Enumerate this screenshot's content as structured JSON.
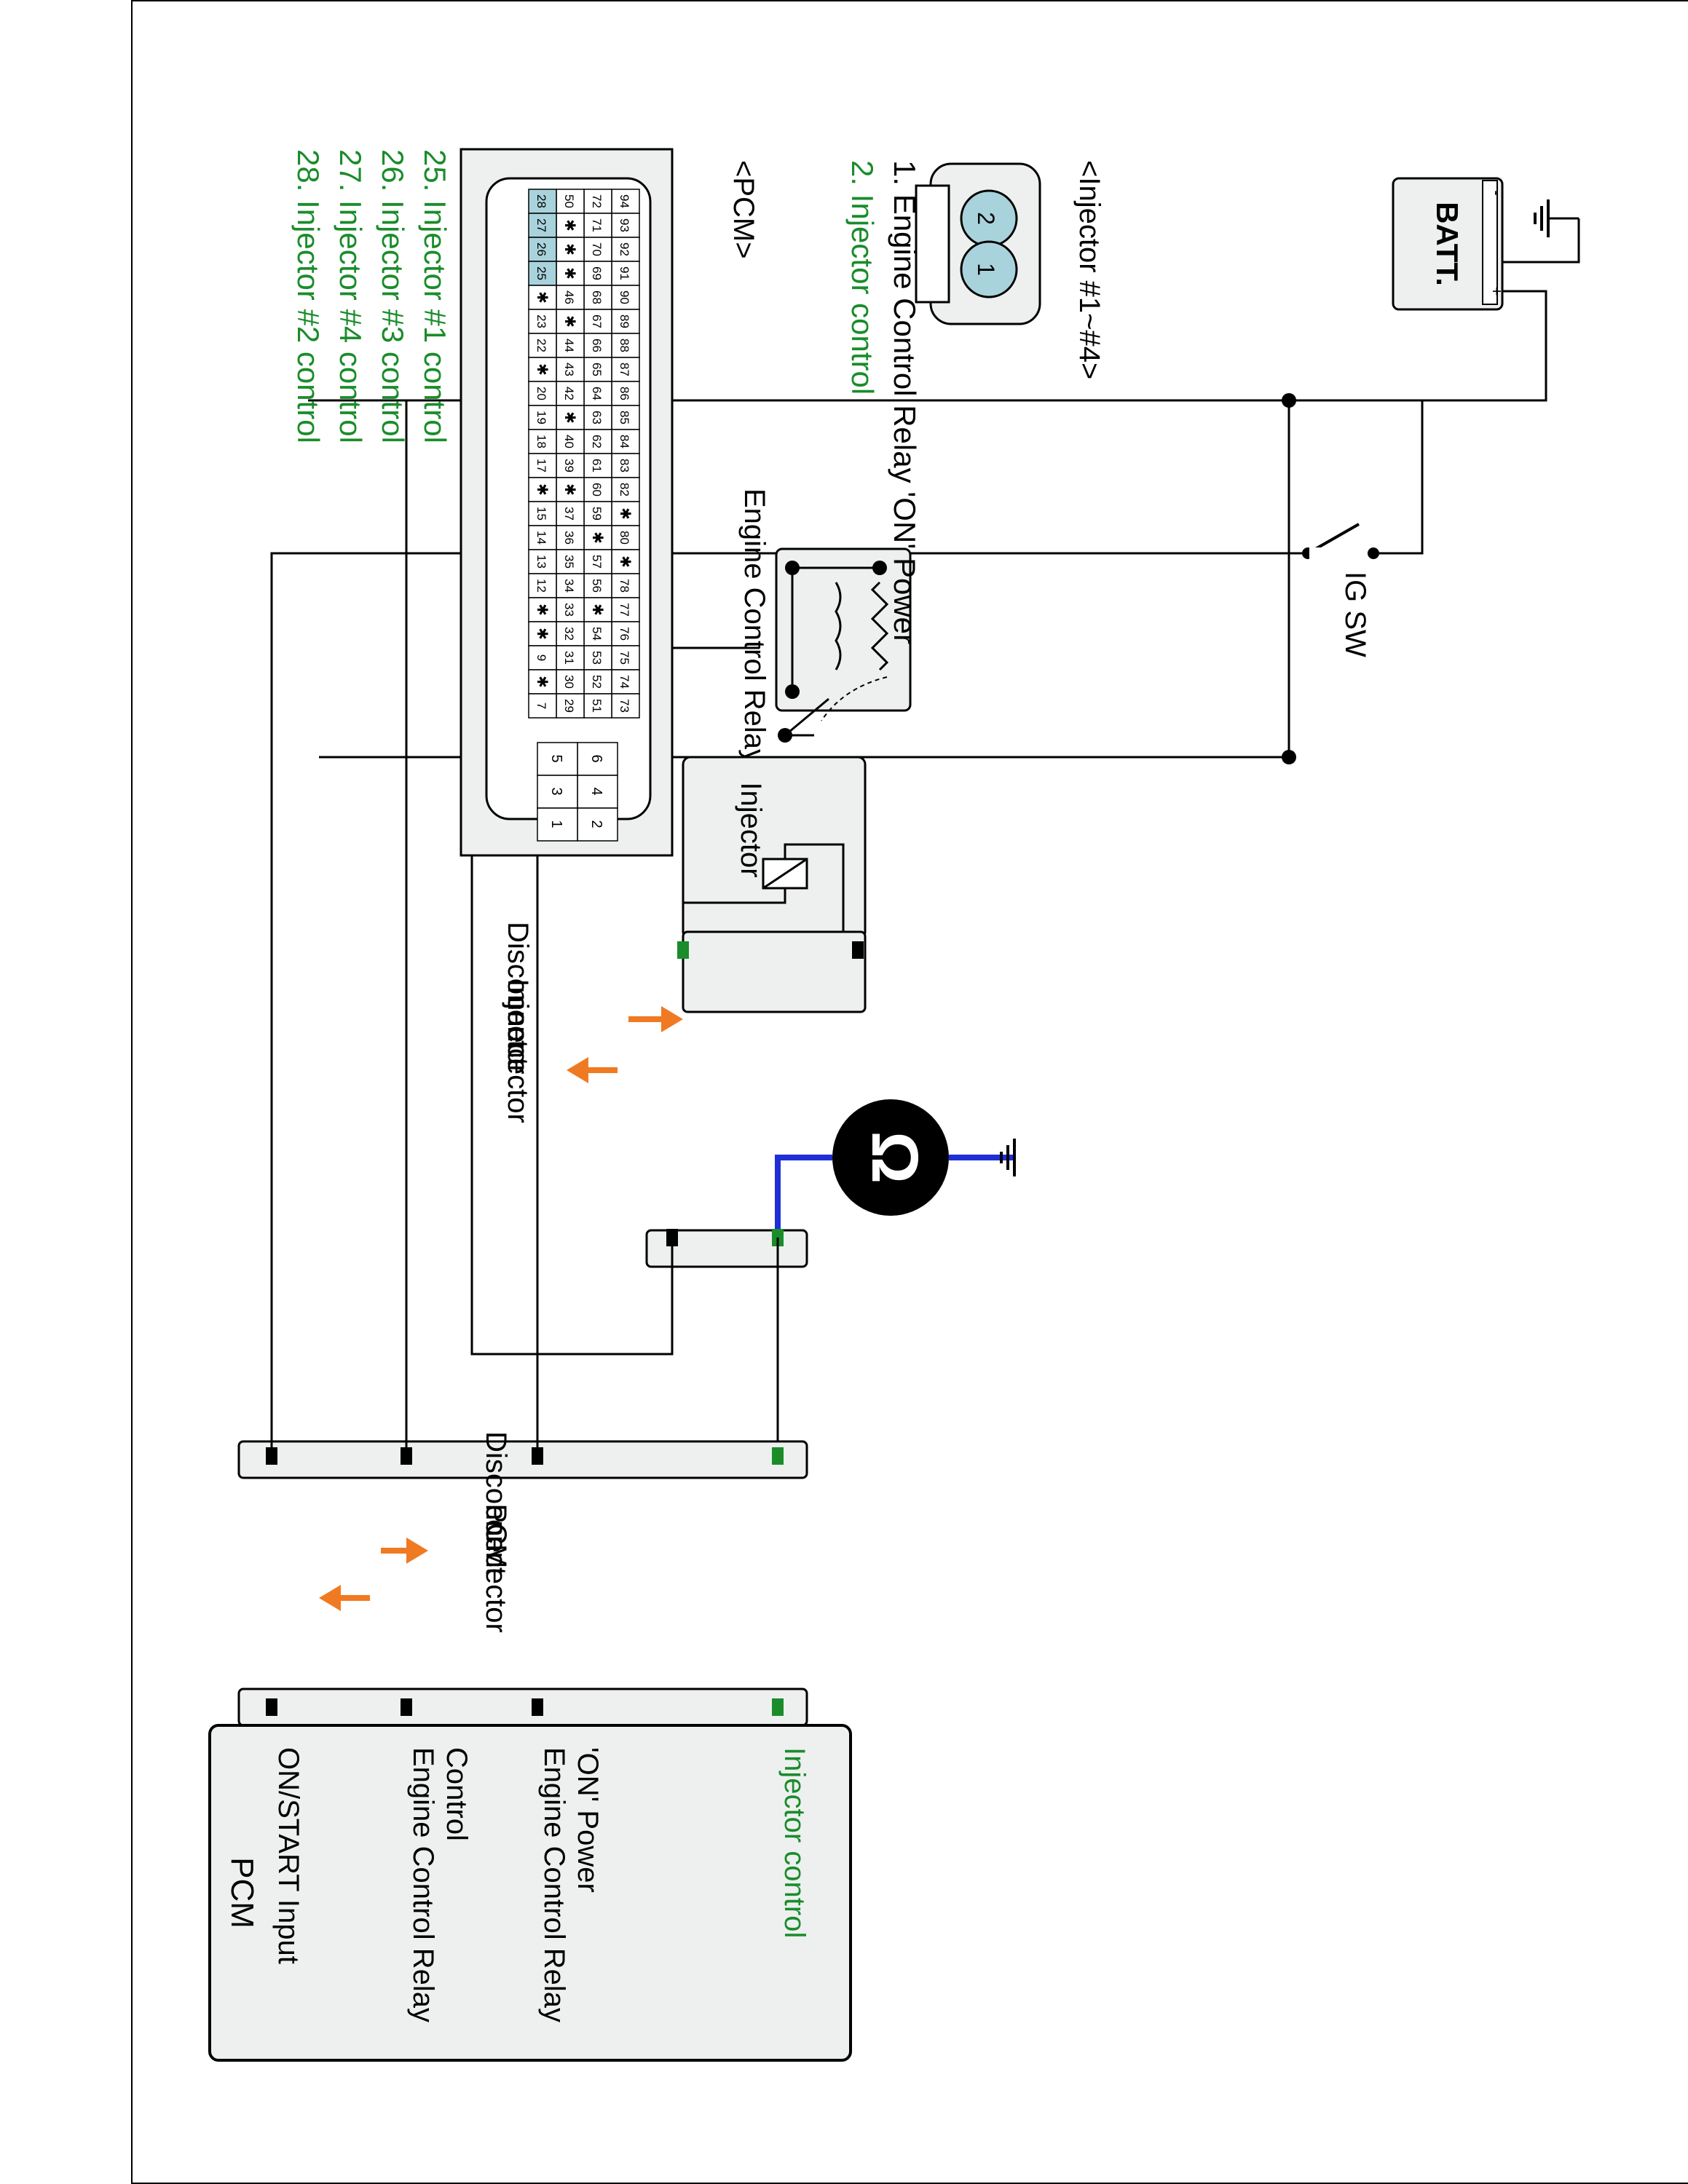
{
  "labels": {
    "batt": "BATT.",
    "batt_minus": "-",
    "batt_plus": "+",
    "ig_sw": "IG SW",
    "relay": "Engine Control Relay",
    "injector": "Injector",
    "disconnect_injector": [
      "Disconnect",
      "Injector",
      "connector"
    ],
    "disconnect_pcm": [
      "Disconnect",
      "PCM",
      "connector"
    ],
    "ohm_symbol": "Ω"
  },
  "pcm_box": {
    "title": "PCM",
    "terminals": [
      {
        "label": [
          "ON/START Input"
        ],
        "color": "#000000"
      },
      {
        "label": [
          "Engine Control Relay",
          "Control"
        ],
        "color": "#000000"
      },
      {
        "label": [
          "Engine Control Relay",
          "'ON' Power"
        ],
        "color": "#000000"
      },
      {
        "label": [
          "Injector control"
        ],
        "color": "#1a8c2a"
      }
    ]
  },
  "injector_legend": {
    "title": "<Injector #1~#4>",
    "pins": [
      "2",
      "1"
    ],
    "items": [
      {
        "text": "1. Engine Control Relay 'ON' Power",
        "color": "#000000"
      },
      {
        "text": "2. Injector control",
        "color": "#1a8c2a"
      }
    ]
  },
  "pcm_legend": {
    "title": "<PCM>",
    "rows": [
      [
        "94",
        "93",
        "92",
        "91",
        "90",
        "89",
        "88",
        "87",
        "86",
        "85",
        "84",
        "83",
        "82",
        "✱",
        "80",
        "✱",
        "78",
        "77",
        "76",
        "75",
        "74",
        "73"
      ],
      [
        "72",
        "71",
        "70",
        "69",
        "68",
        "67",
        "66",
        "65",
        "64",
        "63",
        "62",
        "61",
        "60",
        "59",
        "✱",
        "57",
        "56",
        "✱",
        "54",
        "53",
        "52",
        "51"
      ],
      [
        "50",
        "✱",
        "✱",
        "✱",
        "46",
        "✱",
        "44",
        "43",
        "42",
        "✱",
        "40",
        "39",
        "✱",
        "37",
        "36",
        "35",
        "34",
        "33",
        "32",
        "31",
        "30",
        "29"
      ],
      [
        "28",
        "27",
        "26",
        "25",
        "✱",
        "23",
        "22",
        "✱",
        "20",
        "19",
        "18",
        "17",
        "✱",
        "15",
        "14",
        "13",
        "12",
        "✱",
        "✱",
        "9",
        "✱",
        "7"
      ]
    ],
    "side_pins": [
      [
        "6",
        "5"
      ],
      [
        "4",
        "3"
      ],
      [
        "2",
        "1"
      ]
    ],
    "items": [
      {
        "text": "25. Injector #1 control",
        "color": "#1a8c2a"
      },
      {
        "text": "26. Injector #3 control",
        "color": "#1a8c2a"
      },
      {
        "text": "27. Injector #4 control",
        "color": "#1a8c2a"
      },
      {
        "text": "28. Injector #2 control",
        "color": "#1a8c2a"
      }
    ]
  },
  "colors": {
    "wire": "#000000",
    "meter_wire": "#1f2fd6",
    "green": "#1a8c2a",
    "arrow": "#f07a22",
    "panel_fill": "#eef0f0",
    "pin_fill": "#a9d3dc"
  }
}
